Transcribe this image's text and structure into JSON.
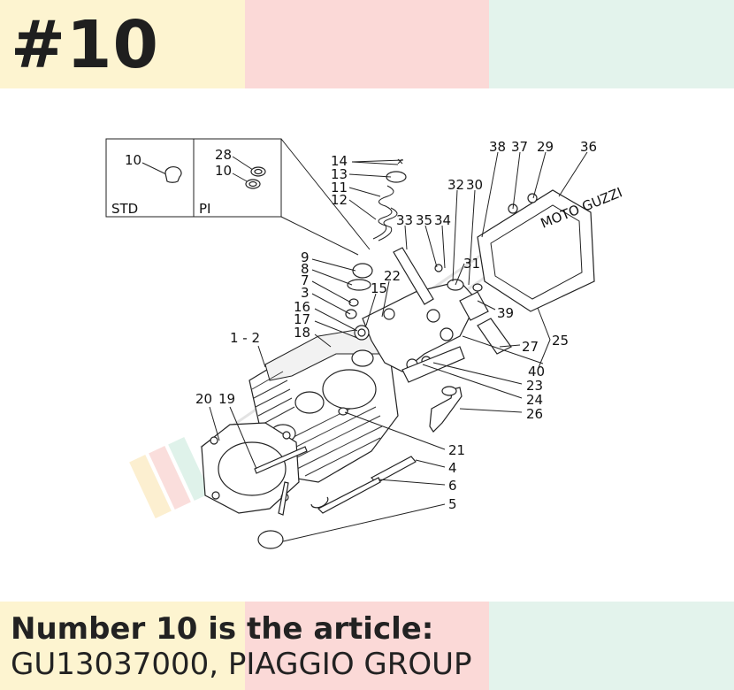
{
  "header": {
    "title": "#10"
  },
  "caption": {
    "line1": "Number 10 is the article:",
    "line2": "GU13037000, PIAGGIO GROUP"
  },
  "colors": {
    "yellow": "#fdf4d0",
    "pink": "#fbd9d7",
    "mint": "#e3f3ec"
  },
  "inset": {
    "std_label": "STD",
    "pi_label": "PI",
    "left_callout": "10",
    "right_callouts": [
      "28",
      "10"
    ]
  },
  "callouts": {
    "n14": "14",
    "n13": "13",
    "n11": "11",
    "n12": "12",
    "n38": "38",
    "n37": "37",
    "n29": "29",
    "n36": "36",
    "n32": "32",
    "n30": "30",
    "n33": "33",
    "n35": "35",
    "n34": "34",
    "n31": "31",
    "n9": "9",
    "n8": "8",
    "n7": "7",
    "n3": "3",
    "n22": "22",
    "n15": "15",
    "n16": "16",
    "n17": "17",
    "n18": "18",
    "n39": "39",
    "n1_2": "1 - 2",
    "n27": "27",
    "n25": "25",
    "n40": "40",
    "n23": "23",
    "n24": "24",
    "n26": "26",
    "n20": "20",
    "n19": "19",
    "n21": "21",
    "n4": "4",
    "n6": "6",
    "n5": "5"
  }
}
